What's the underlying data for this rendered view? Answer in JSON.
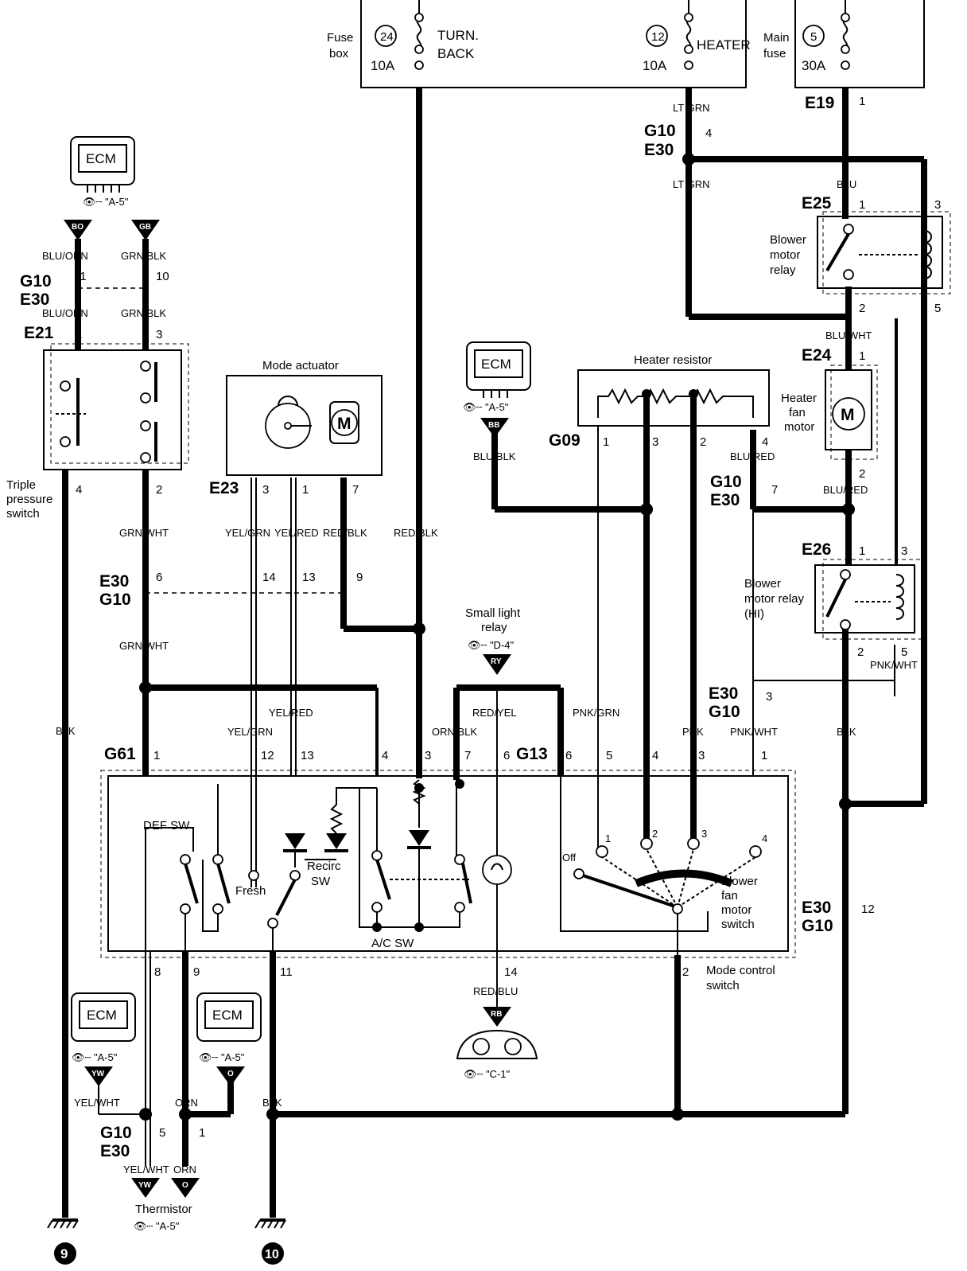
{
  "fuses": {
    "fuse_box_label": "Fuse\nbox",
    "main_fuse_label": "Main\nfuse",
    "f24_num": "24",
    "f24_amp": "10A",
    "f24_name": "TURN.\nBACK",
    "f12_num": "12",
    "f12_amp": "10A",
    "f12_name": "HEATER",
    "f5_num": "5",
    "f5_amp": "30A"
  },
  "ecm": {
    "label": "ECM",
    "ref_a5": "\"A-5\""
  },
  "connectors": {
    "E19": "E19",
    "G10": "G10",
    "E30": "E30",
    "E25": "E25",
    "E24": "E24",
    "E26": "E26",
    "E21": "E21",
    "E23": "E23",
    "G09": "G09",
    "G61": "G61",
    "G13": "G13"
  },
  "wires": {
    "blu_orn": "BLU/ORN",
    "grn_blk": "GRN/BLK",
    "grn_wht": "GRN/WHT",
    "blk": "BLK",
    "lt_grn": "LT GRN",
    "blu": "BLU",
    "blu_wht": "BLU/WHT",
    "blu_red": "BLU/RED",
    "blu_blk": "BLU/BLK",
    "yel_grn": "YEL/GRN",
    "yel_red": "YEL/RED",
    "red_blk": "RED/BLK",
    "pnk_grn": "PNK/GRN",
    "pnk": "PNK",
    "pnk_wht": "PNK/WHT",
    "red_yel": "RED/YEL",
    "orn_blk": "ORN/BLK",
    "red_blu": "RED/BLU",
    "yel_wht": "YEL/WHT",
    "orn": "ORN"
  },
  "codes": {
    "bo": "BO",
    "gb": "GB",
    "bb": "BB",
    "ry": "RY",
    "rb": "RB",
    "yw": "YW",
    "o": "O"
  },
  "components": {
    "blower_motor_relay": "Blower\nmotor\nrelay",
    "heater_fan_motor": "Heater\nfan\nmotor",
    "blower_motor_relay_hi": "Blower\nmotor relay\n(HI)",
    "heater_resistor": "Heater resistor",
    "mode_actuator": "Mode actuator",
    "triple_pressure_switch": "Triple\npressure\nswitch",
    "small_light_relay": "Small light\nrelay",
    "ref_d4": "\"D-4\"",
    "ref_c1": "\"C-1\"",
    "def_sw": "DEF SW",
    "fresh": "Fresh",
    "recirc_sw": "Recirc\nSW",
    "ac_sw": "A/C SW",
    "off": "Off",
    "blower_fan_motor_switch": "Blower\nfan\nmotor\nswitch",
    "mode_control_switch": "Mode control\nswitch",
    "thermistor": "Thermistor",
    "motor_m": "M",
    "ground_9": "9",
    "ground_10": "10"
  }
}
